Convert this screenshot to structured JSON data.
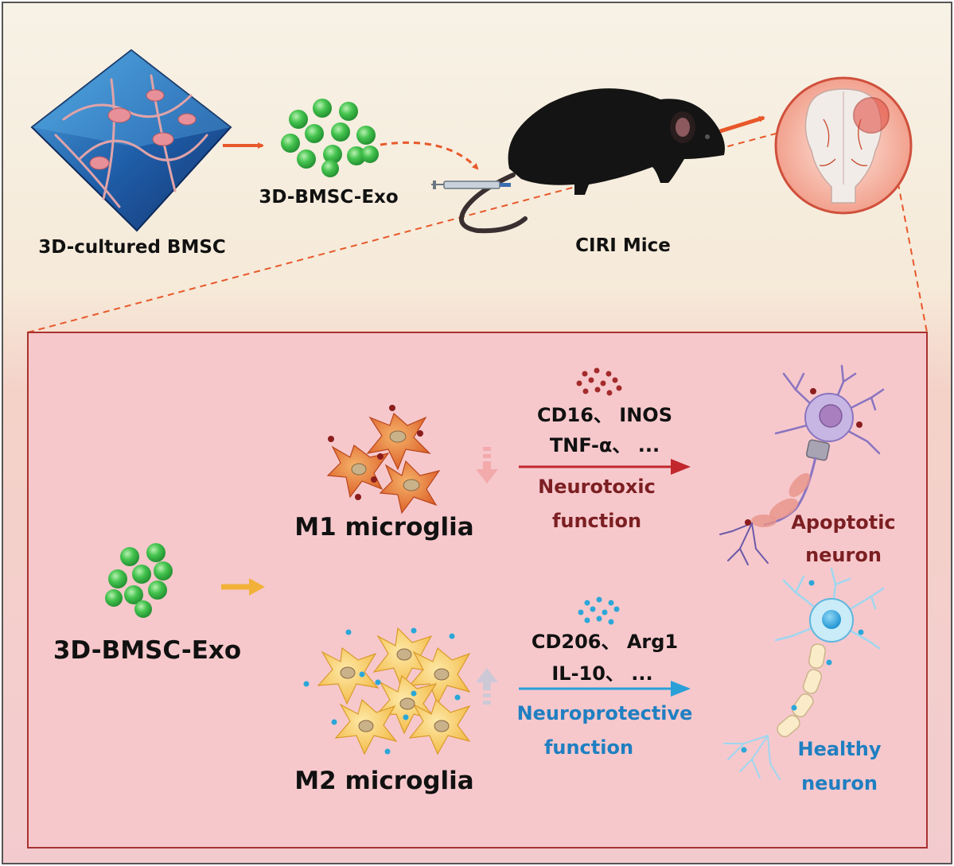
{
  "top": {
    "bmsc_label": "3D-cultured BMSC",
    "exo_label": "3D-BMSC-Exo",
    "mice_label": "CIRI Mice"
  },
  "bottom": {
    "exo_label": "3D-BMSC-Exo",
    "m1": {
      "title": "M1 microglia",
      "markers_line1": "CD16、 INOS",
      "markers_line2": "TNF-α、 ...",
      "function_line1": "Neurotoxic",
      "function_line2": "function",
      "neuron_line1": "Apoptotic",
      "neuron_line2": "neuron"
    },
    "m2": {
      "title": "M2 microglia",
      "markers_line1": "CD206、 Arg1",
      "markers_line2": "IL-10、 ...",
      "function_line1": "Neuroprotective",
      "function_line2": "function",
      "neuron_line1": "Healthy",
      "neuron_line2": "neuron"
    }
  },
  "colors": {
    "arrow_orange": "#e8582a",
    "arrow_yellow": "#f2b23a",
    "m1_arrow": "#c1272d",
    "m2_arrow": "#2a9fd8",
    "neurotoxic_text": "#7c1f22",
    "neuroprotective_text": "#1f7fc1",
    "panel_border": "#a8322e",
    "exosome_green": "#36b34a"
  }
}
